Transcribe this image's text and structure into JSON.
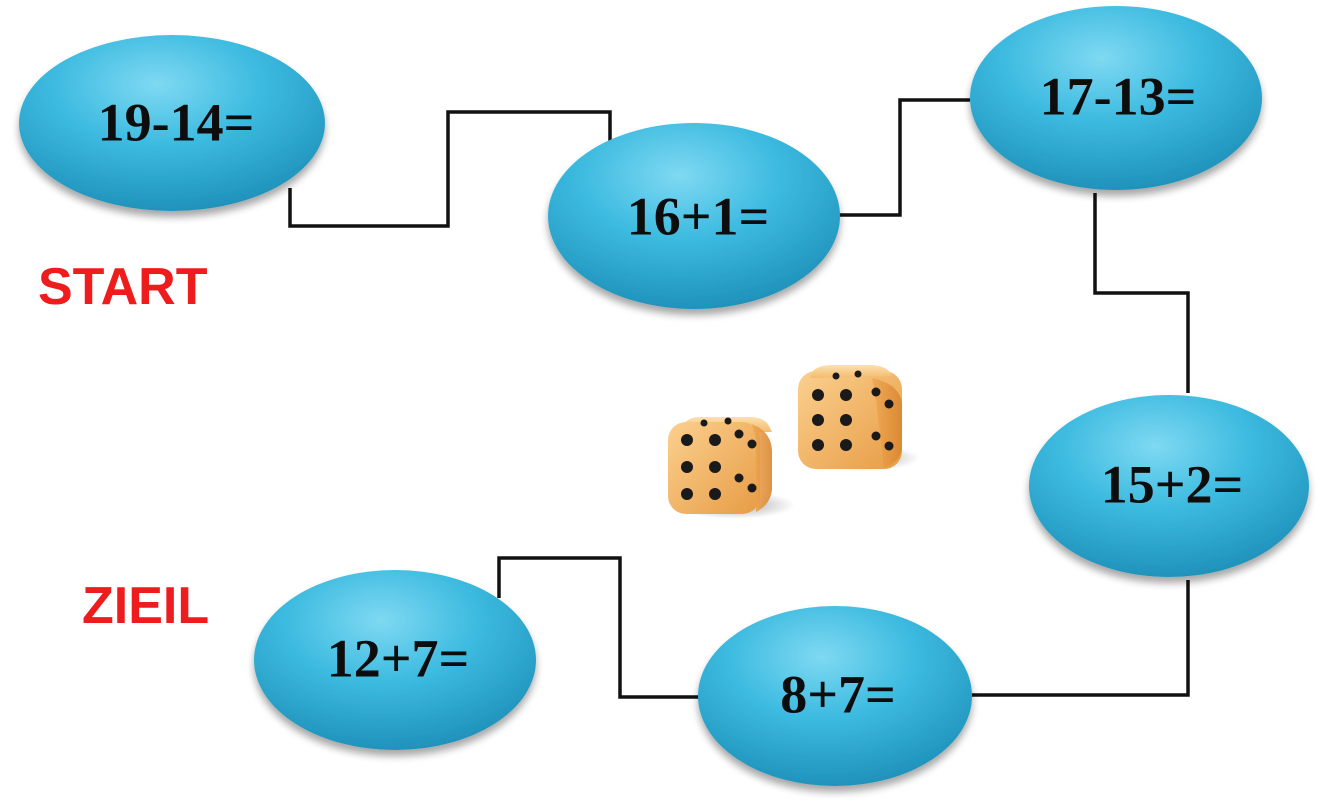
{
  "colors": {
    "field_fill": "#33b7dd",
    "label": "#ee1c1c",
    "dice": "#f3b463",
    "pips": "#1a1a1a"
  },
  "labels": {
    "start": "START",
    "finish": "ZIEIL"
  },
  "fields": [
    {
      "equation": "19-14="
    },
    {
      "equation": "16+1="
    },
    {
      "equation": "17-13="
    },
    {
      "equation": "15+2="
    },
    {
      "equation": "8+7="
    },
    {
      "equation": "12+7="
    }
  ],
  "dice": [
    {
      "icon": "die-icon",
      "faces_visible": [
        6,
        4
      ]
    },
    {
      "icon": "die-icon",
      "faces_visible": [
        6,
        4
      ]
    }
  ]
}
